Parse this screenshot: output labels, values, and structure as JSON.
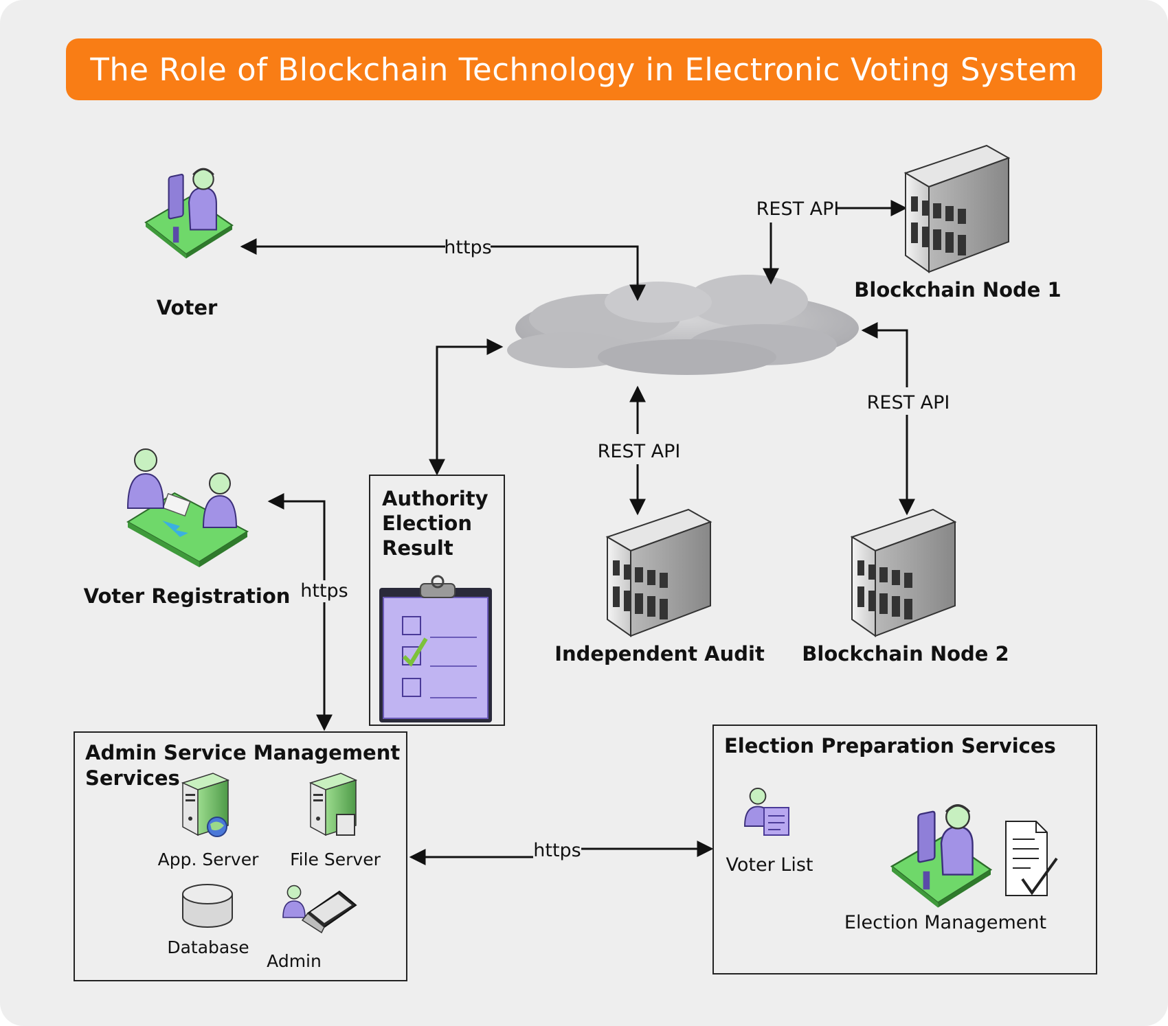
{
  "title": "The Role of Blockchain Technology in Electronic Voting System",
  "nodes": {
    "voter": "Voter",
    "voter_registration": "Voter Registration",
    "blockchain_node_1": "Blockchain Node 1",
    "blockchain_node_2": "Blockchain Node 2",
    "independent_audit": "Independent Audit",
    "authority_result": [
      "Authority",
      "Election",
      "Result"
    ],
    "admin_services": {
      "title_lines": [
        "Admin Service Management",
        "Services"
      ],
      "app_server": "App. Server",
      "file_server": "File Server",
      "database": "Database",
      "admin": "Admin"
    },
    "election_prep": {
      "title": "Election Preparation Services",
      "voter_list": "Voter List",
      "election_management": "Election Management"
    }
  },
  "edges": {
    "voter_cloud": "https",
    "registration_admin": "https",
    "admin_prep": "https",
    "node1_cloud": "REST API",
    "node2_cloud": "REST API",
    "audit_cloud": "REST API"
  },
  "colors": {
    "title_bg": "#f97d15",
    "title_text": "#ffffff",
    "background": "#eeeeee",
    "figure_purple": "#9f8fe0",
    "mat_green": "#6fd86a"
  }
}
